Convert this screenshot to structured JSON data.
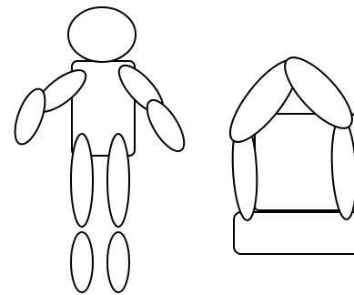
{
  "figures": [
    {
      "name": "standing-figure",
      "parts": [
        "head",
        "torso",
        "left-upper-arm",
        "left-forearm",
        "right-upper-arm",
        "right-forearm",
        "left-thigh",
        "left-shin",
        "right-thigh",
        "right-shin"
      ]
    },
    {
      "name": "seated-figure",
      "parts": [
        "seat-block",
        "body-block",
        "left-upper-arm",
        "left-forearm",
        "right-upper-arm",
        "right-forearm"
      ]
    }
  ],
  "colors": {
    "stroke": "#000000",
    "fill": "#ffffff",
    "background": "#ffffff"
  }
}
